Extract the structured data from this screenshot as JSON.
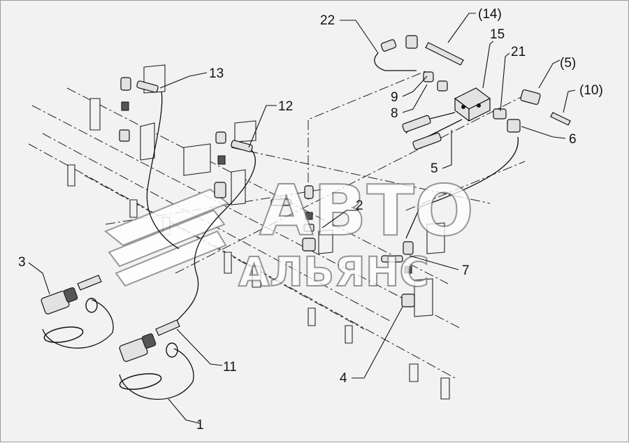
{
  "watermark": {
    "line1": "АВТО",
    "line2": "АЛЬЯНС"
  },
  "callouts": [
    {
      "id": "c1",
      "text": "1"
    },
    {
      "id": "c2",
      "text": "2"
    },
    {
      "id": "c3",
      "text": "3"
    },
    {
      "id": "c4",
      "text": "4"
    },
    {
      "id": "c5a",
      "text": "5"
    },
    {
      "id": "c5b",
      "text": "(5)"
    },
    {
      "id": "c6",
      "text": "6"
    },
    {
      "id": "c7",
      "text": "7"
    },
    {
      "id": "c8",
      "text": "8"
    },
    {
      "id": "c9",
      "text": "9"
    },
    {
      "id": "c10",
      "text": "(10)"
    },
    {
      "id": "c11",
      "text": "11"
    },
    {
      "id": "c12",
      "text": "12"
    },
    {
      "id": "c13",
      "text": "13"
    },
    {
      "id": "c14",
      "text": "(14)"
    },
    {
      "id": "c15",
      "text": "15"
    },
    {
      "id": "c21",
      "text": "21"
    },
    {
      "id": "c22",
      "text": "22"
    }
  ]
}
